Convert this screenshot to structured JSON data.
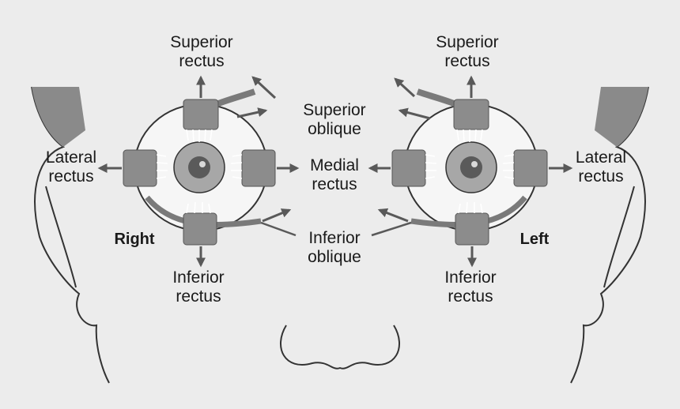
{
  "labels": {
    "right_superior_rectus": [
      "Superior",
      "rectus"
    ],
    "left_superior_rectus": [
      "Superior",
      "rectus"
    ],
    "superior_oblique": [
      "Superior",
      "oblique"
    ],
    "right_lateral_rectus": [
      "Lateral",
      "rectus"
    ],
    "left_lateral_rectus": [
      "Lateral",
      "rectus"
    ],
    "medial_rectus": [
      "Medial",
      "rectus"
    ],
    "inferior_oblique": [
      "Inferior",
      "oblique"
    ],
    "right_inferior_rectus": [
      "Inferior",
      "rectus"
    ],
    "left_inferior_rectus": [
      "Inferior",
      "rectus"
    ],
    "side_right": "Right",
    "side_left": "Left"
  },
  "colors": {
    "background": "#ececec",
    "muscle": "#8c8c8c",
    "muscle_dark": "#6e6e6e",
    "arrow": "#595959",
    "outline": "#333333",
    "ear_fill": "#8a8a8a",
    "iris": "#a7a7a7",
    "pupil": "#5a5a5a"
  }
}
